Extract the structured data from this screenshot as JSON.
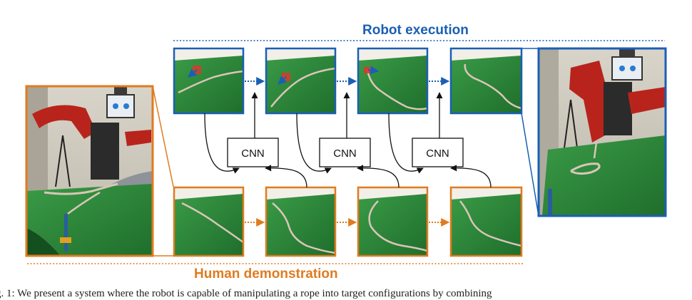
{
  "labels": {
    "robot_execution": "Robot execution",
    "human_demonstration": "Human demonstration",
    "cnn": "CNN"
  },
  "caption": "g. 1: We present a system where the robot is capable of manipulating a rope into target configurations by combining",
  "colors": {
    "robot": "#1a5fb4",
    "human": "#e07b1f",
    "cloth": "#2f8a3c",
    "rope": "#d9c6b8",
    "marker": "#d93a2b"
  }
}
